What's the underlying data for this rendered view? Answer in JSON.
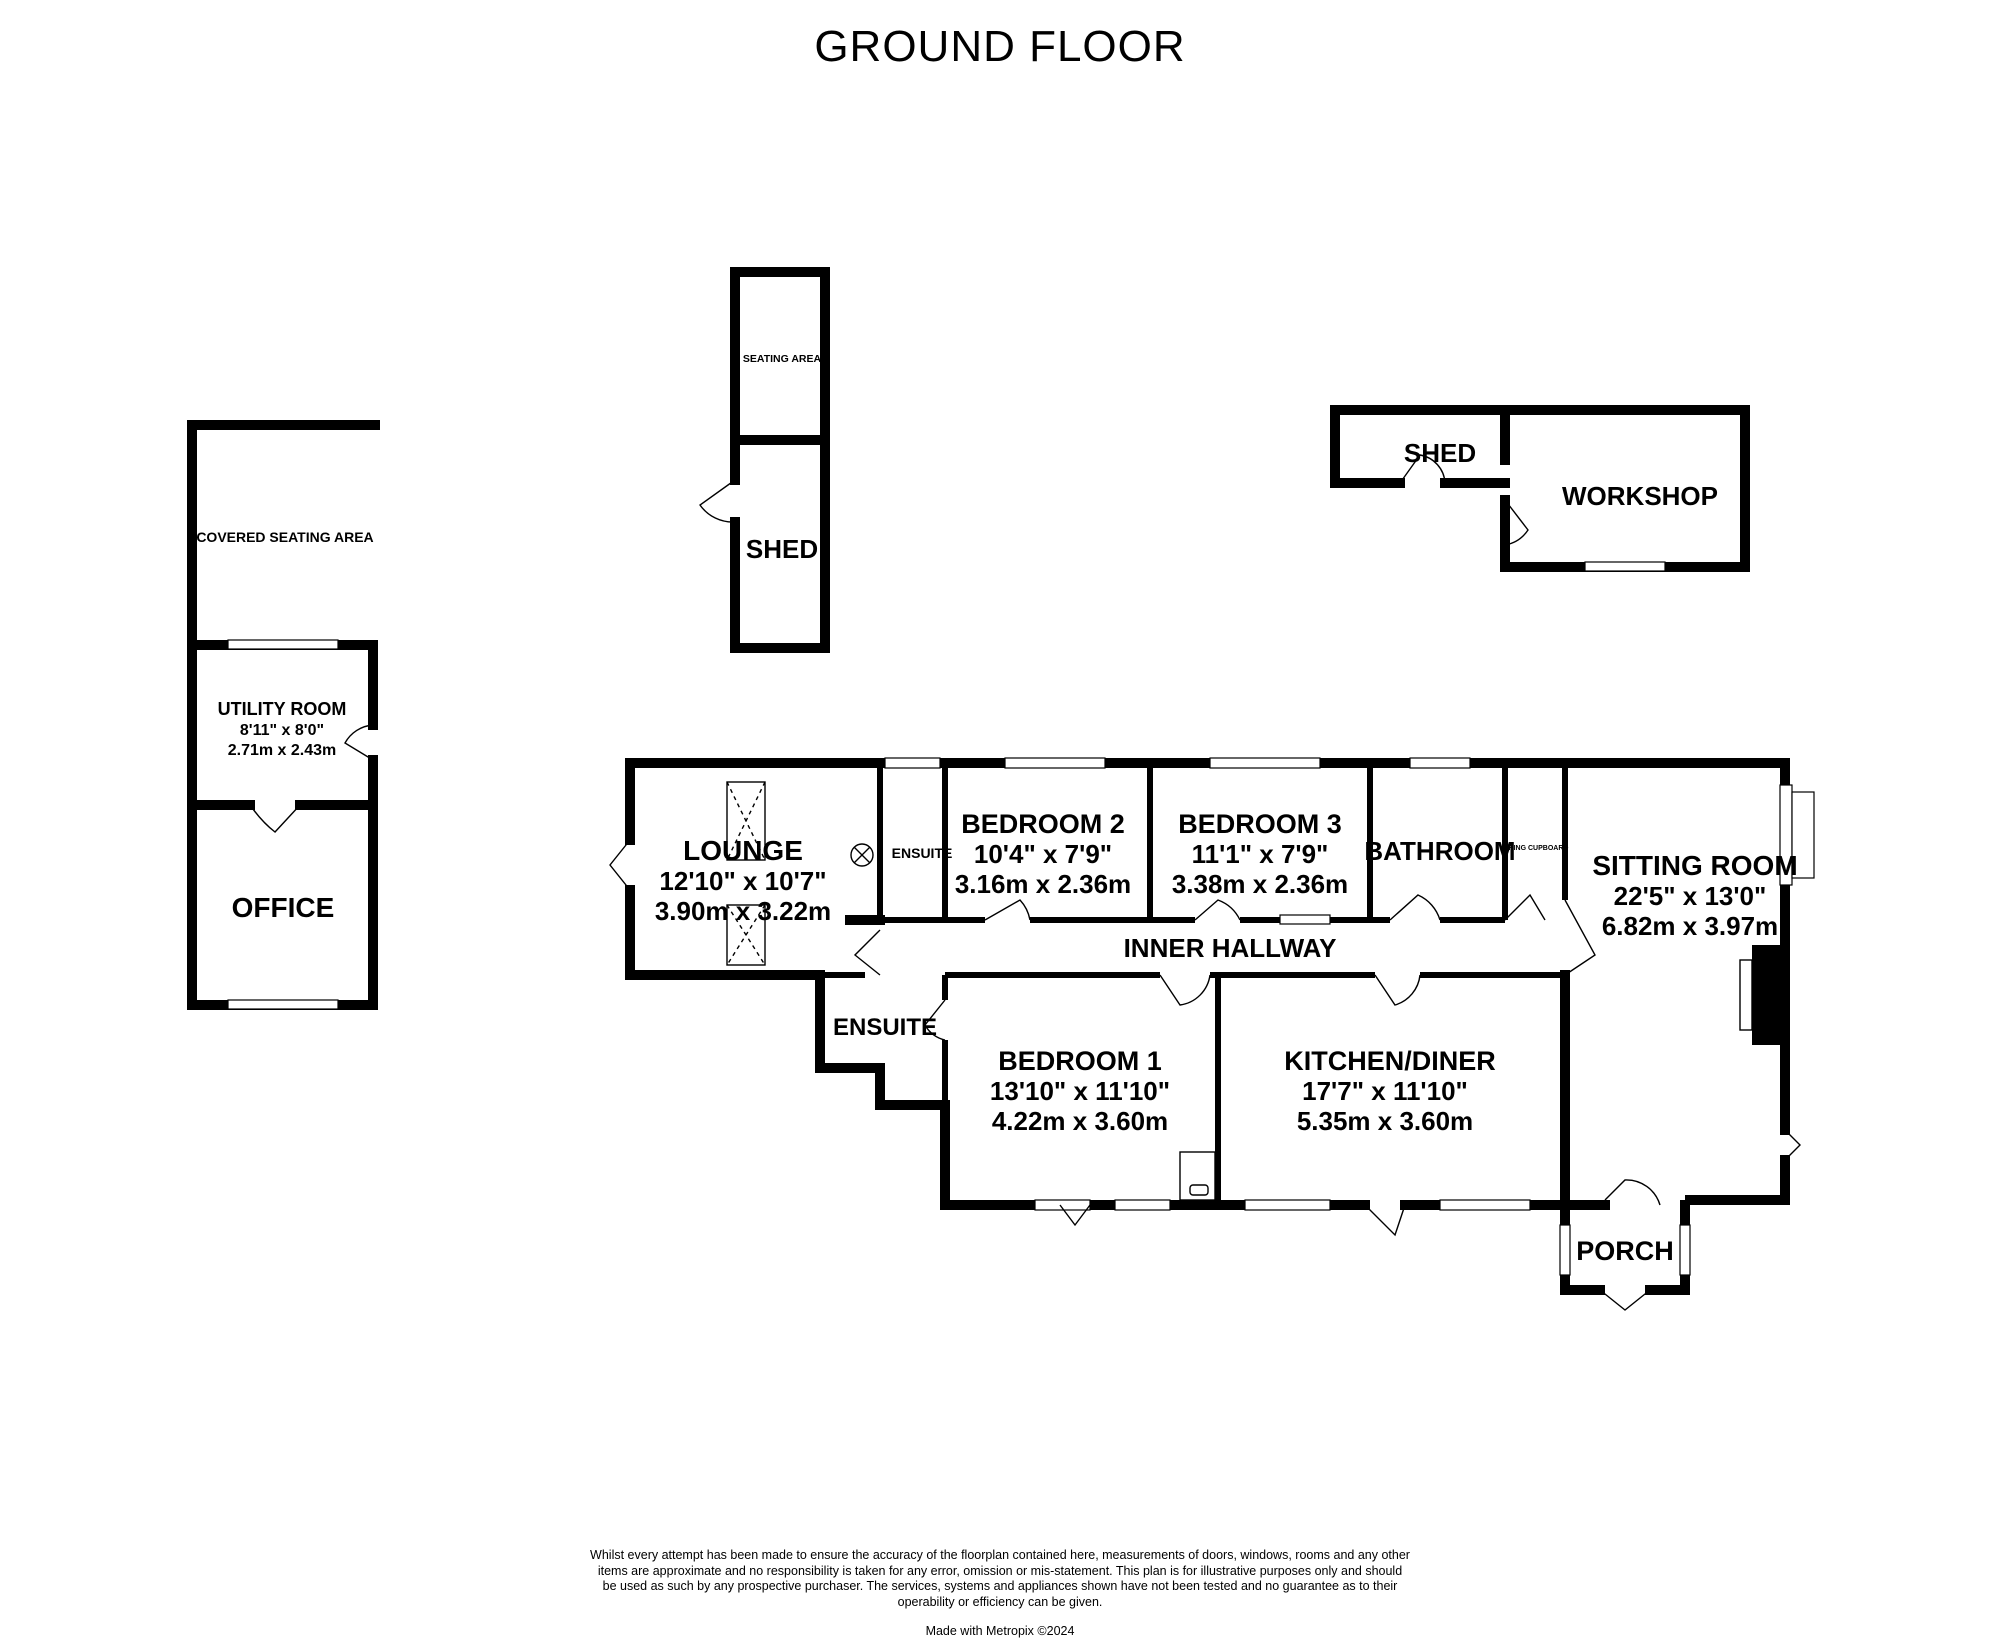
{
  "title": "GROUND FLOOR",
  "rooms": {
    "covered_seating": {
      "name": "COVERED SEATING AREA"
    },
    "utility": {
      "name": "UTILITY ROOM",
      "imperial": "8'11\"  x 8'0\"",
      "metric": "2.71m  x 2.43m"
    },
    "office": {
      "name": "OFFICE"
    },
    "seating_area": {
      "name": "SEATING AREA"
    },
    "shed_left": {
      "name": "SHED"
    },
    "shed_right": {
      "name": "SHED"
    },
    "workshop": {
      "name": "WORKSHOP"
    },
    "lounge": {
      "name": "LOUNGE",
      "imperial": "12'10\"  x 10'7\"",
      "metric": "3.90m  x 3.22m"
    },
    "ensuite_top": {
      "name": "ENSUITE"
    },
    "bedroom2": {
      "name": "BEDROOM 2",
      "imperial": "10'4\"  x 7'9\"",
      "metric": "3.16m  x 2.36m"
    },
    "bedroom3": {
      "name": "BEDROOM 3",
      "imperial": "11'1\"  x 7'9\"",
      "metric": "3.38m  x 2.36m"
    },
    "bathroom": {
      "name": "BATHROOM"
    },
    "airing_cupboard": {
      "name": "AIRING CUPBOARD"
    },
    "sitting_room": {
      "name": "SITTING ROOM",
      "imperial": "22'5\"  x 13'0\"",
      "metric": "6.82m  x 3.97m"
    },
    "inner_hallway": {
      "name": "INNER HALLWAY"
    },
    "ensuite_bottom": {
      "name": "ENSUITE"
    },
    "bedroom1": {
      "name": "BEDROOM 1",
      "imperial": "13'10\"  x 11'10\"",
      "metric": "4.22m  x 3.60m"
    },
    "kitchen": {
      "name": "KITCHEN/DINER",
      "imperial": "17'7\"  x 11'10\"",
      "metric": "5.35m  x 3.60m"
    },
    "porch": {
      "name": "PORCH"
    }
  },
  "disclaimer": "Whilst every attempt has been made to ensure the accuracy of the floorplan contained here, measurements of doors, windows, rooms and any other items are approximate and no responsibility is taken for any error, omission or mis-statement. This plan is for illustrative purposes only and should be used as such by any prospective purchaser. The services, systems and appliances shown have not been tested and no guarantee as to their operability or efficiency can be given.",
  "credit": "Made with Metropix ©2024"
}
